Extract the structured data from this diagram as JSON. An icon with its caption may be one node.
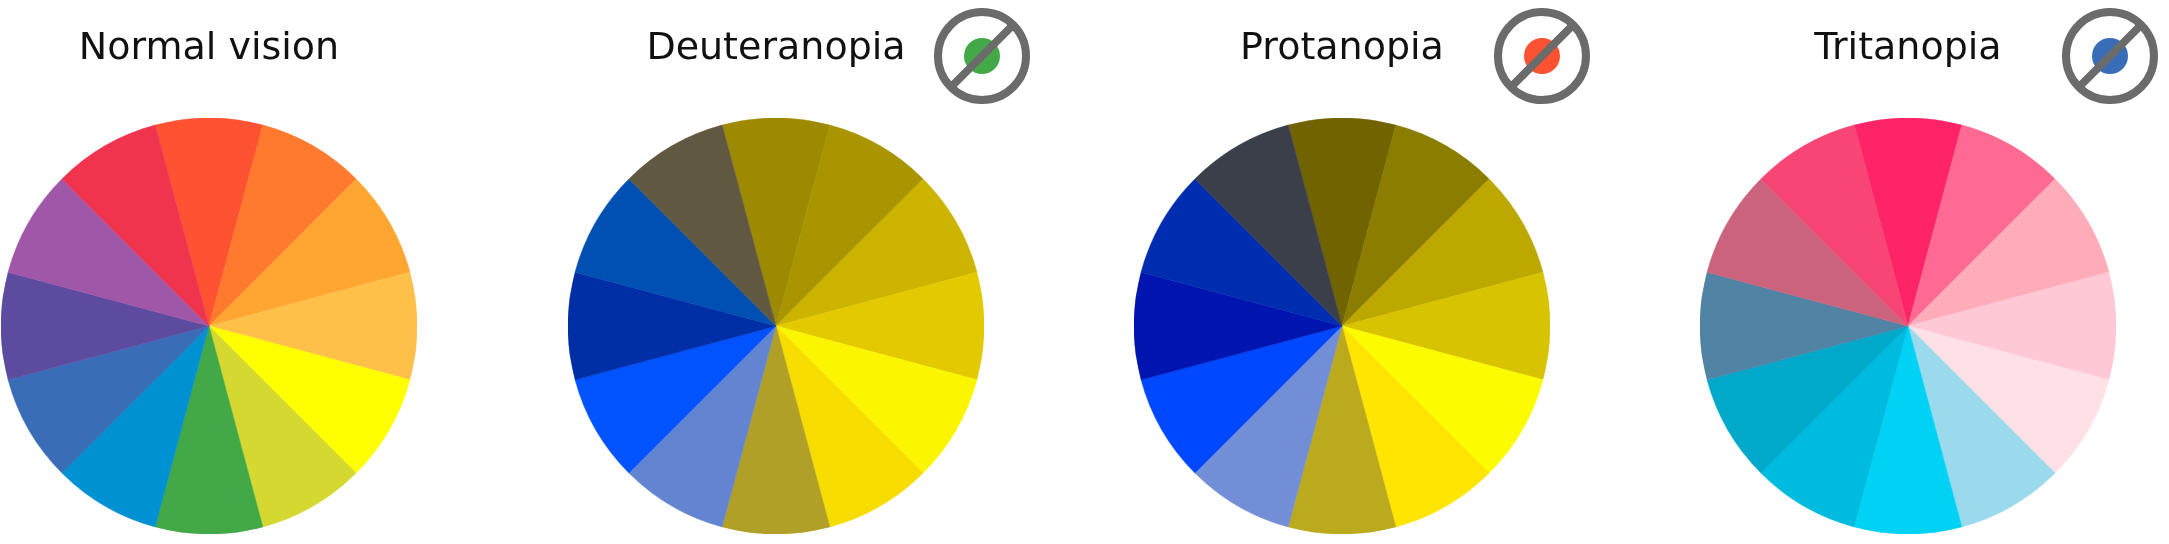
{
  "diagram": {
    "nodes": [
      {
        "text": [
          "Normal vision"
        ]
      },
      {
        "text": [
          "Deuteranopia"
        ]
      },
      {
        "text": [
          "Protanopia"
        ]
      },
      {
        "text": [
          "Tritanopia"
        ]
      }
    ]
  }
}
